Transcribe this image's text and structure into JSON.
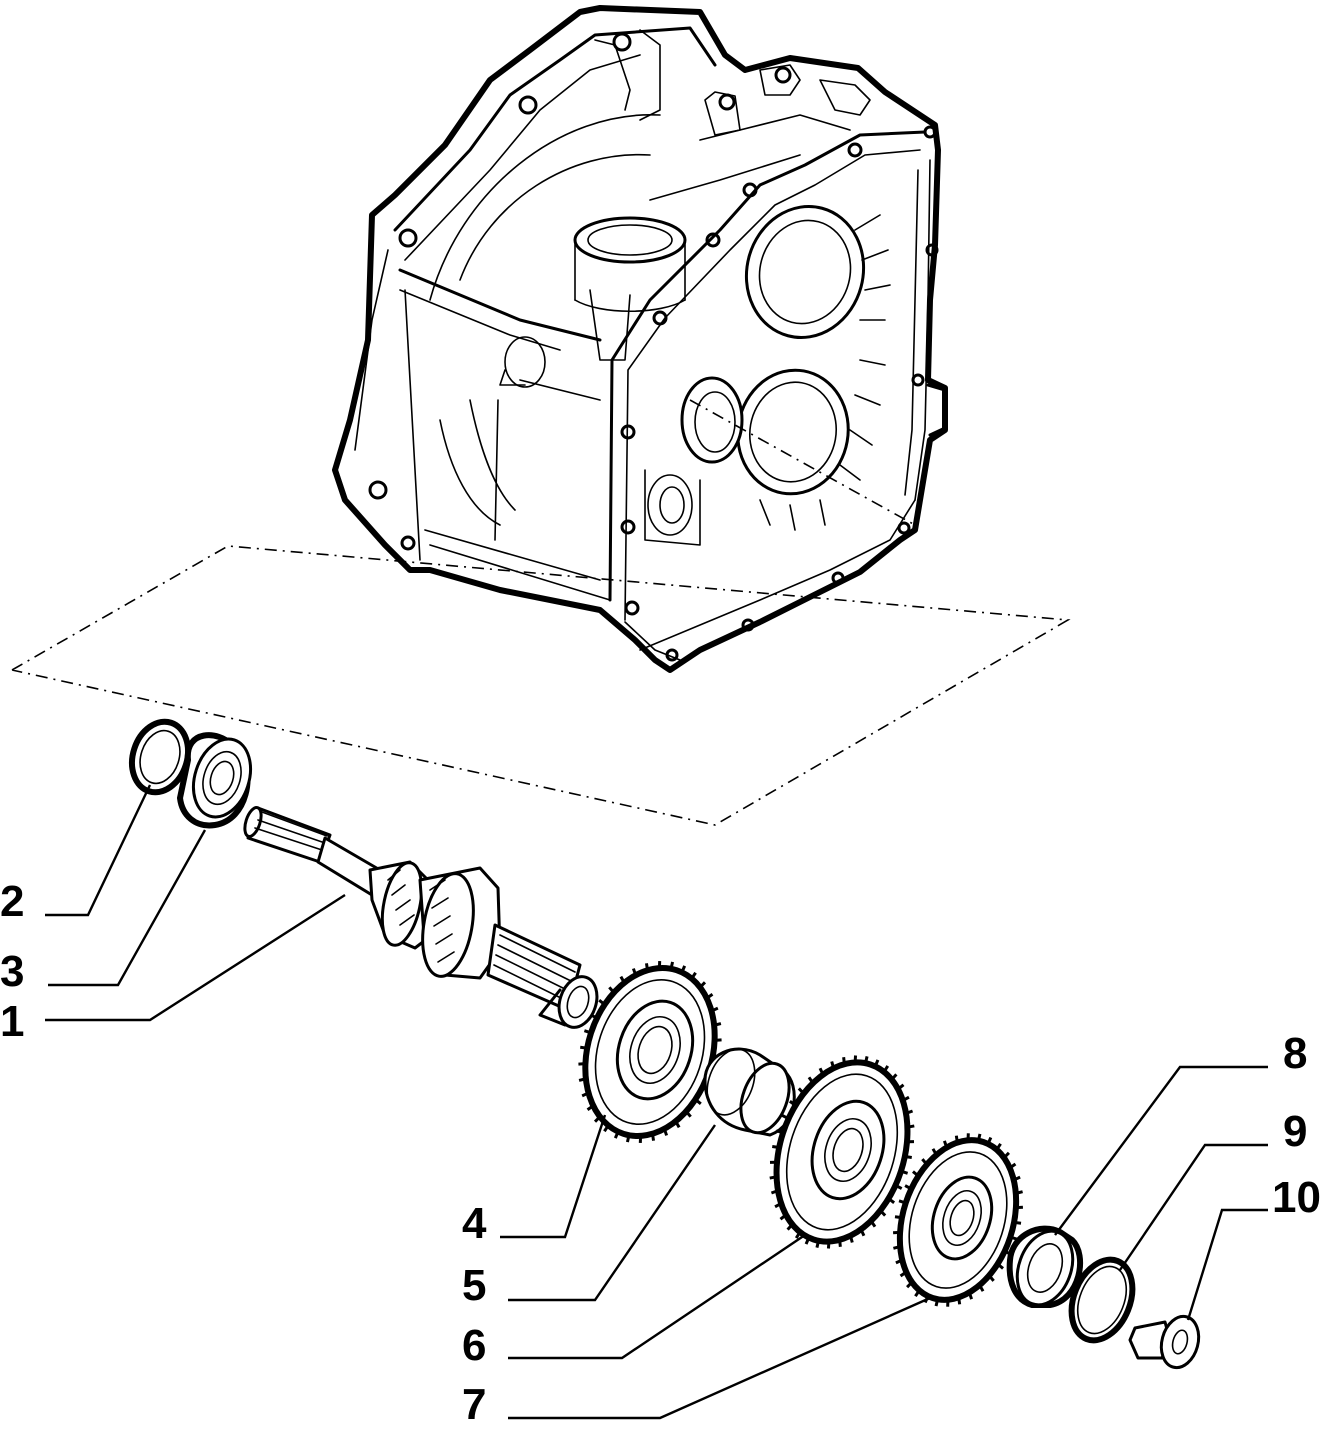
{
  "callouts": [
    {
      "label": "2"
    },
    {
      "label": "3"
    },
    {
      "label": "1"
    },
    {
      "label": "8"
    },
    {
      "label": "9"
    },
    {
      "label": "10"
    },
    {
      "label": "4"
    },
    {
      "label": "5"
    },
    {
      "label": "6"
    },
    {
      "label": "7"
    }
  ],
  "colors": {
    "line": "#000000",
    "background": "#ffffff"
  },
  "parts": [
    "gearbox-housing",
    "oil-seal",
    "bearing",
    "input-shaft",
    "gear",
    "bushing",
    "gear",
    "gear",
    "bearing",
    "ring",
    "screw"
  ]
}
